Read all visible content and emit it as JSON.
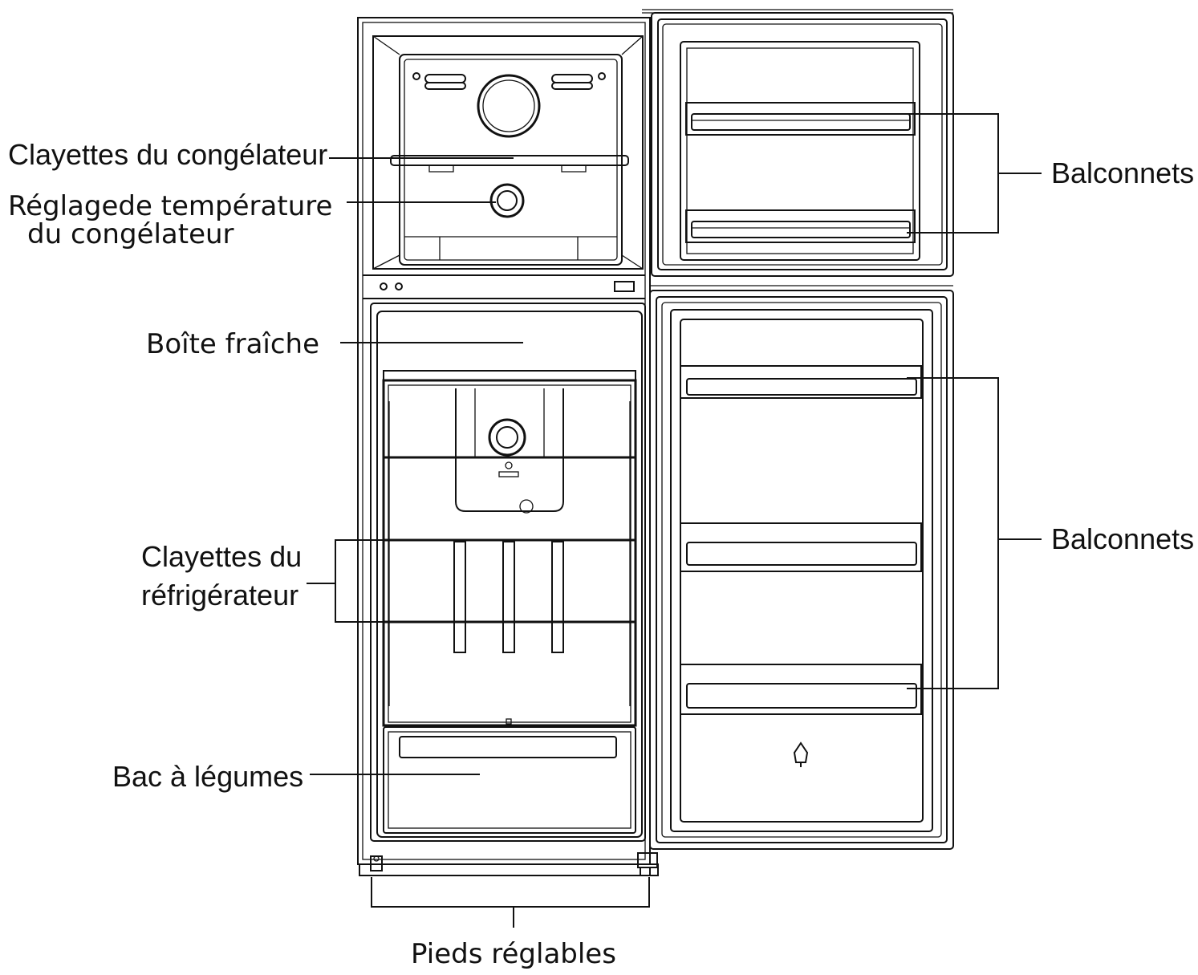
{
  "labels": {
    "freezer_shelves": "Clayettes du congélateur",
    "freezer_temp_line1": "Réglagede température",
    "freezer_temp_line2": "du congélateur",
    "fresh_box": "Boîte fraîche",
    "fridge_shelves_line1": "Clayettes du",
    "fridge_shelves_line2": "réfrigérateur",
    "crisper": "Bac à légumes",
    "adjustable_feet": "Pieds réglables",
    "balconies_top": "Balconnets",
    "balconies_bottom": "Balconnets"
  },
  "colors": {
    "line": "#111111",
    "background": "#ffffff"
  }
}
